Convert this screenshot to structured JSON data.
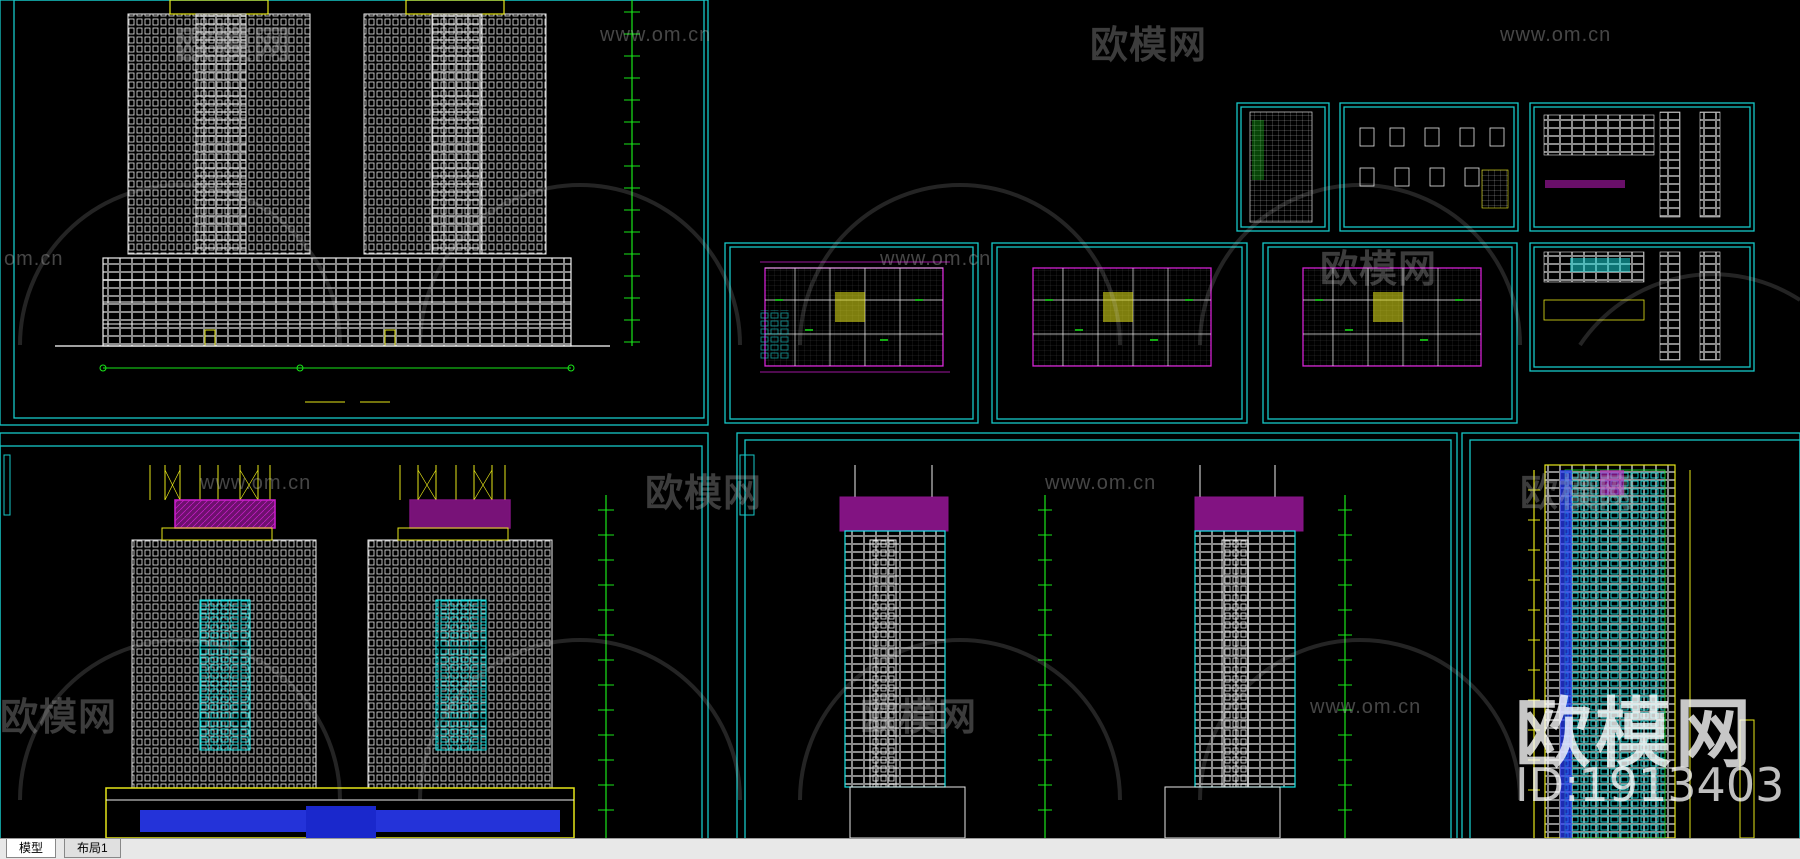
{
  "watermarks": {
    "brand_cn": "欧模网",
    "url": "www.om.cn",
    "url_short": "om.cn",
    "logo": "欧模网",
    "id": "ID:1913403"
  },
  "tabs": [
    {
      "label": "模型",
      "active": true
    },
    {
      "label": "布局1",
      "active": false
    }
  ],
  "colors": {
    "frame": "#16c8c8",
    "line": "#ffffff",
    "accent_magenta": "#d21ed2",
    "accent_yellow": "#e6e619",
    "accent_green": "#19e619",
    "accent_blue": "#2a3cff",
    "accent_cyan": "#19e6e6"
  },
  "drawings": [
    {
      "name": "front-elevation",
      "icon": "elevation-drawing"
    },
    {
      "name": "side-elevation",
      "icon": "elevation-drawing"
    },
    {
      "name": "floor-plan-1",
      "icon": "floor-plan-drawing"
    },
    {
      "name": "floor-plan-2",
      "icon": "floor-plan-drawing"
    },
    {
      "name": "floor-plan-3",
      "icon": "floor-plan-drawing"
    },
    {
      "name": "schedule-sheet",
      "icon": "table-drawing"
    },
    {
      "name": "detail-sheets",
      "icon": "detail-drawing"
    }
  ]
}
